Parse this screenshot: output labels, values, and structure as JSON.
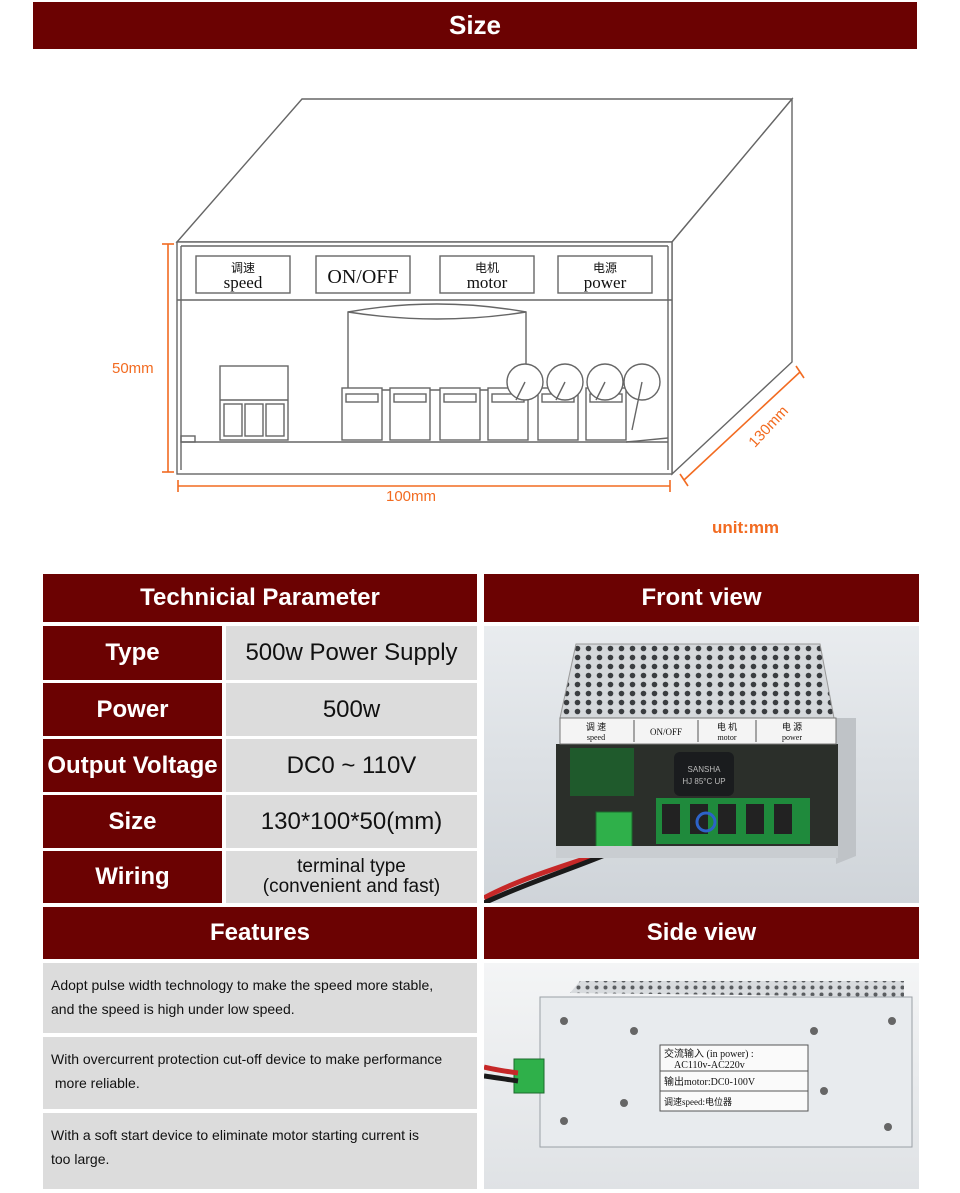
{
  "size_section": {
    "title": "Size",
    "labels": {
      "speed_cn": "调速",
      "speed_en": "speed",
      "onoff": "ON/OFF",
      "motor_cn": "电机",
      "motor_en": "motor",
      "power_cn": "电源",
      "power_en": "power"
    },
    "dims": {
      "height": "50mm",
      "width": "100mm",
      "depth": "130mm",
      "unit": "unit:mm"
    }
  },
  "params": {
    "title": "Technicial Parameter",
    "rows": [
      {
        "label": "Type",
        "value": "500w Power Supply"
      },
      {
        "label": "Power",
        "value": "500w"
      },
      {
        "label": "Output Voltage",
        "value": "DC0 ~ 110V"
      },
      {
        "label": "Size",
        "value": "130*100*50(mm)"
      },
      {
        "label": "Wiring",
        "value": "terminal type",
        "value2": "(convenient and fast)"
      }
    ]
  },
  "front_view": {
    "title": "Front view",
    "label_speed_cn": "调 速",
    "label_speed_en": "speed",
    "label_onoff": "ON/OFF",
    "label_motor_cn": "电 机",
    "label_motor_en": "motor",
    "label_power_cn": "电 源",
    "label_power_en": "power",
    "cap_brand": "SANSHA",
    "cap_spec": "HJ 85°C UP"
  },
  "features": {
    "title": "Features",
    "items": [
      {
        "line1": "Adopt pulse width technology to make the speed more stable,",
        "line2": "and the speed is high under low speed."
      },
      {
        "line1": "With overcurrent protection cut-off device to make performance",
        "line2": " more reliable."
      },
      {
        "line1": "With a soft start device to eliminate motor starting current is",
        "line2": "too large."
      }
    ]
  },
  "side_view": {
    "title": "Side view",
    "label_line1": "交流输入 (in power) :",
    "label_line2": "AC110v-AC220v",
    "label_line3": "输出motor:DC0-100V",
    "label_line4": "调速speed:电位器"
  },
  "colors": {
    "header_bg": "#6b0202",
    "cell_bg": "#dcdcdc",
    "dimension": "#f26b21"
  }
}
